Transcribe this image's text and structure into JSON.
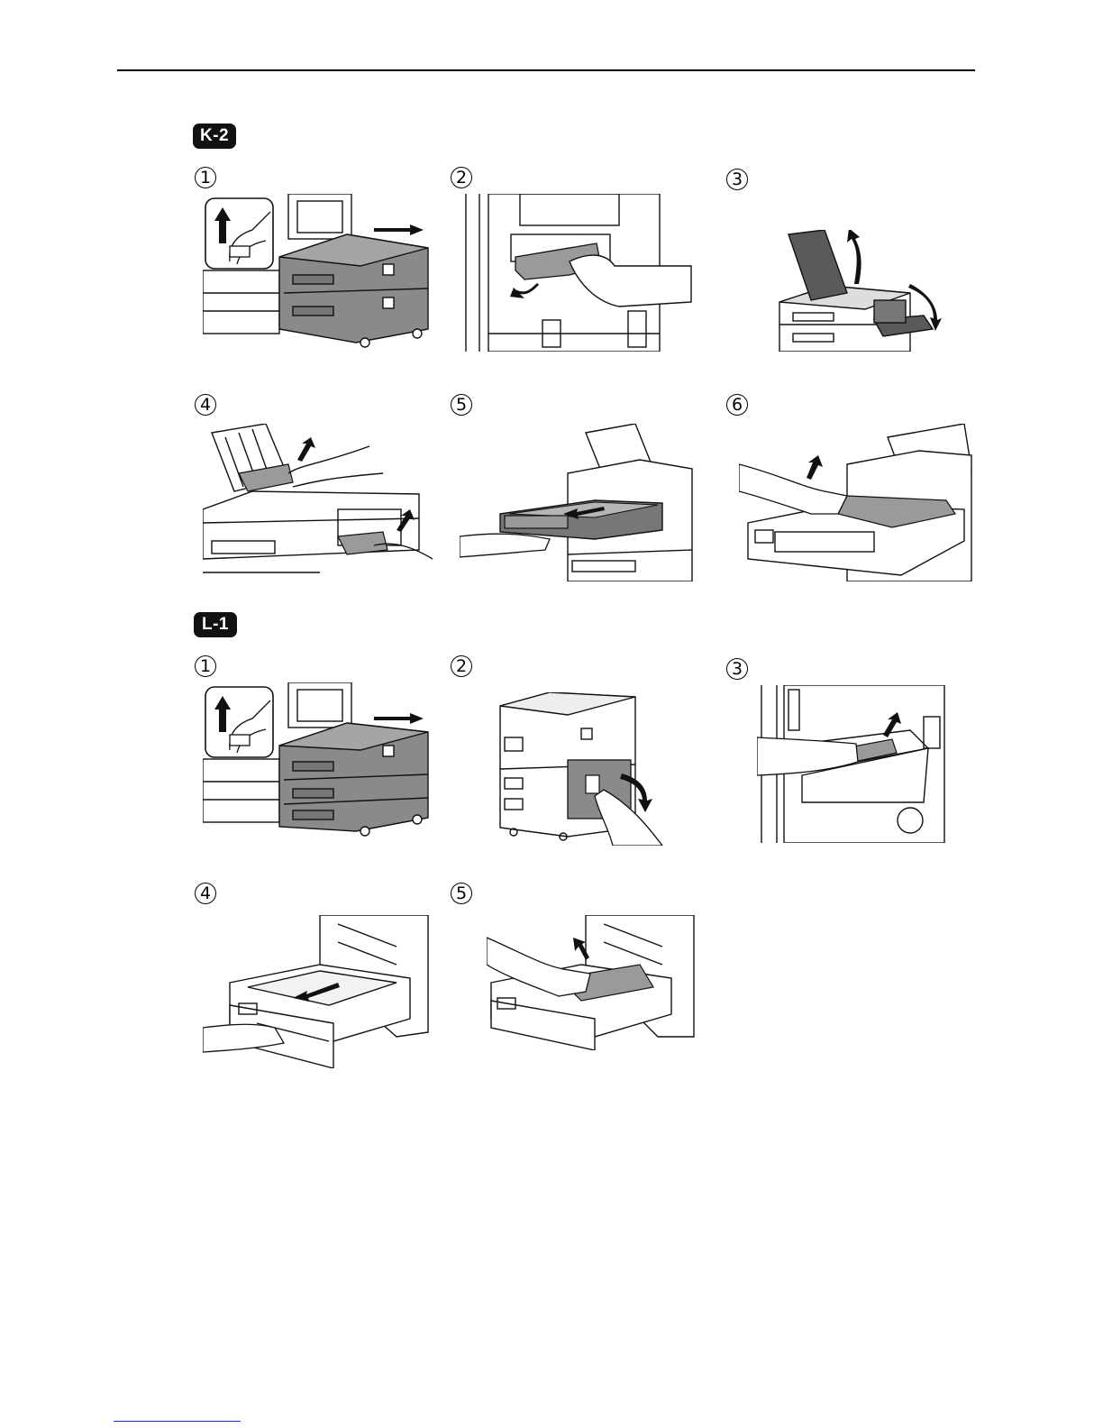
{
  "sections": [
    {
      "id": "K-2",
      "label": "K-2",
      "steps": [
        "1",
        "2",
        "3",
        "4",
        "5",
        "6"
      ]
    },
    {
      "id": "L-1",
      "label": "L-1",
      "steps": [
        "1",
        "2",
        "3",
        "4",
        "5"
      ]
    }
  ],
  "colors": {
    "ink": "#111111",
    "tray_gray": "#8a8a8a",
    "paper_gray": "#9a9a9a",
    "link_blue": "#2233bb"
  }
}
